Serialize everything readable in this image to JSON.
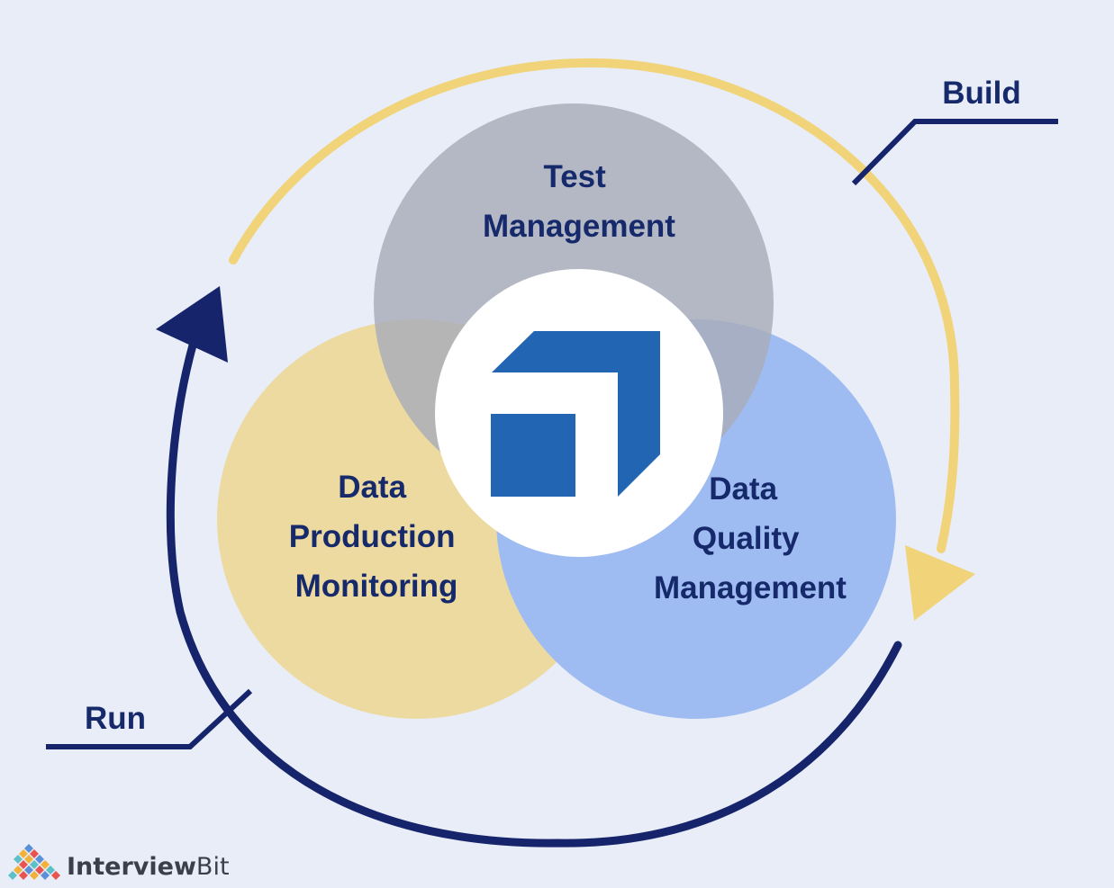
{
  "diagram": {
    "circles": {
      "test": {
        "lines": [
          "Test",
          "Management"
        ]
      },
      "production": {
        "lines": [
          "Data",
          "Production",
          "Monitoring"
        ]
      },
      "quality": {
        "lines": [
          "Data",
          "Quality",
          "Management"
        ]
      }
    },
    "cycle": {
      "build_label": "Build",
      "run_label": "Run"
    }
  },
  "watermark": {
    "brand_a": "Interview",
    "brand_b": "Bit"
  },
  "colors": {
    "background": "#e8edf7",
    "build_arc": "#f1d37a",
    "run_arc": "#15246b",
    "test_circle": "#a7acb8",
    "production_circle": "#ecdaa0",
    "quality_circle": "#9fbcf2",
    "center_logo": "#2265b2",
    "label_text": "#15296b"
  }
}
